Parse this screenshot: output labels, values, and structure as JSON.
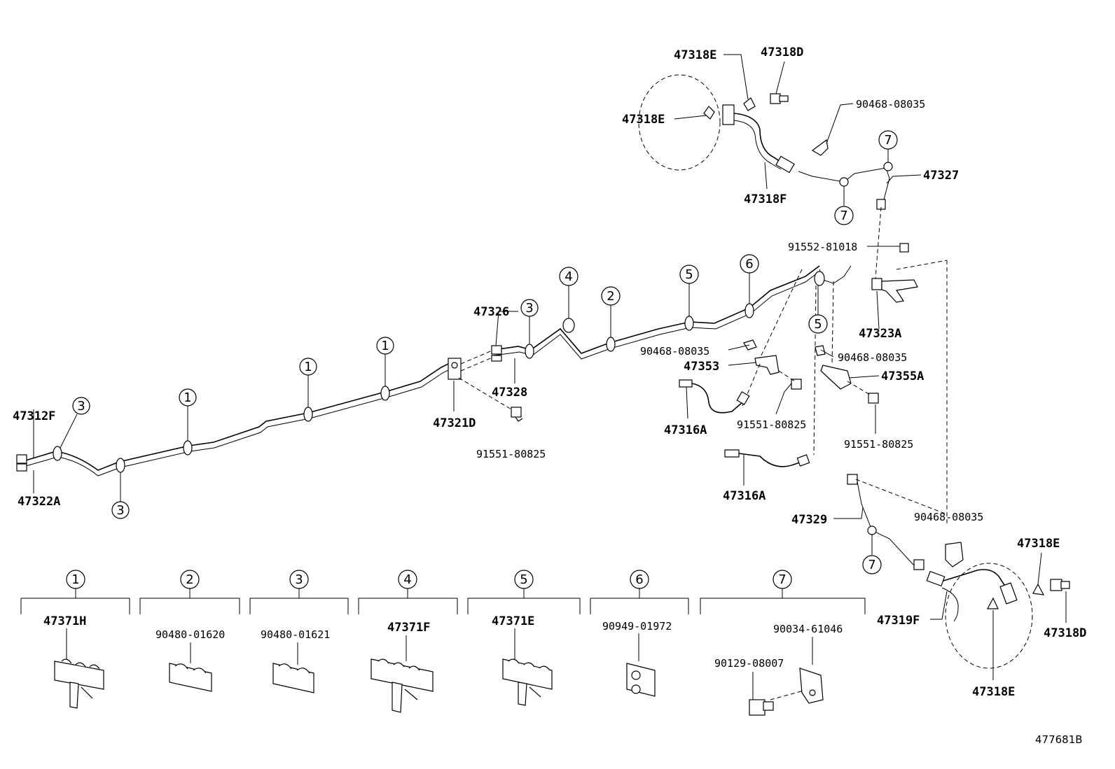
{
  "figure_id": "477681B",
  "labels": {
    "p47318E_top": "47318E",
    "p47318D_top": "47318D",
    "p47318E_left": "47318E",
    "p90468_top": "90468-08035",
    "p47327": "47327",
    "p47318F": "47318F",
    "p91552": "91552-81018",
    "p47323A": "47323A",
    "p47326": "47326",
    "p47328": "47328",
    "p47321D": "47321D",
    "p91551_left": "91551-80825",
    "p90468_mid": "90468-08035",
    "p47353": "47353",
    "p90468_mid2": "90468-08035",
    "p47355A": "47355A",
    "p47316A_top": "47316A",
    "p91551_mid": "91551-80825",
    "p91551_right": "91551-80825",
    "p47316A_bot": "47316A",
    "p47312F": "47312F",
    "p47322A": "47322A",
    "p47329": "47329",
    "p90468_low": "90468-08035",
    "p47318E_br": "47318E",
    "p47318D_br": "47318D",
    "p47319F": "47319F",
    "p47318E_bot": "47318E"
  },
  "legend": [
    {
      "ref": "1",
      "parts": [
        "47371H"
      ]
    },
    {
      "ref": "2",
      "parts": [
        "90480-01620"
      ]
    },
    {
      "ref": "3",
      "parts": [
        "90480-01621"
      ]
    },
    {
      "ref": "4",
      "parts": [
        "47371F"
      ]
    },
    {
      "ref": "5",
      "parts": [
        "47371E"
      ]
    },
    {
      "ref": "6",
      "parts": [
        "90949-01972"
      ]
    },
    {
      "ref": "7",
      "parts": [
        "90034-61046",
        "90129-08007"
      ]
    }
  ],
  "callouts": {
    "c1a": "1",
    "c1b": "1",
    "c1c": "1",
    "c2": "2",
    "c3a": "3",
    "c3b": "3",
    "c3c": "3",
    "c4": "4",
    "c5a": "5",
    "c5b": "5",
    "c6": "6",
    "c7a": "7",
    "c7b": "7",
    "c7c": "7"
  }
}
